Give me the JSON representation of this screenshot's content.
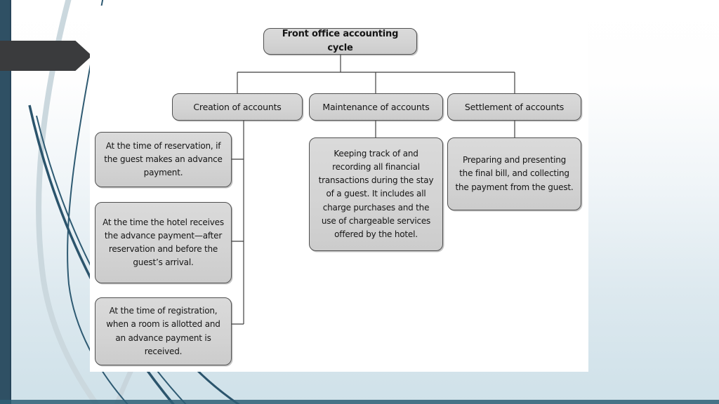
{
  "slide": {
    "type": "presentation-slide",
    "colors": {
      "accent_bar": "#2f5064",
      "arrow_shape": "#3a3b3d",
      "node_fill": "#d4d4d4",
      "node_border": "#4f4f4f",
      "connector": "#3f3f3f",
      "swoosh_dark": "#2e5a72",
      "swoosh_light": "#cbd8de",
      "background_bottom": "#cfe1e9"
    }
  },
  "diagram": {
    "root": {
      "label": "Front office accounting cycle"
    },
    "branches": [
      {
        "label": "Creation of accounts",
        "details": [
          "At the time of reservation, if the guest makes an advance payment.",
          "At the time the hotel receives the advance payment—after reservation and before the guest’s arrival.",
          "At the time of registration, when a room is allotted and an advance payment is received."
        ]
      },
      {
        "label": "Maintenance of accounts",
        "details": [
          "Keeping track of and recording all financial transactions during the stay of a guest. It includes all charge purchases and the use of chargeable services offered by the hotel."
        ]
      },
      {
        "label": "Settlement of accounts",
        "details": [
          "Preparing and presenting the final bill, and collecting the payment from the guest."
        ]
      }
    ]
  }
}
